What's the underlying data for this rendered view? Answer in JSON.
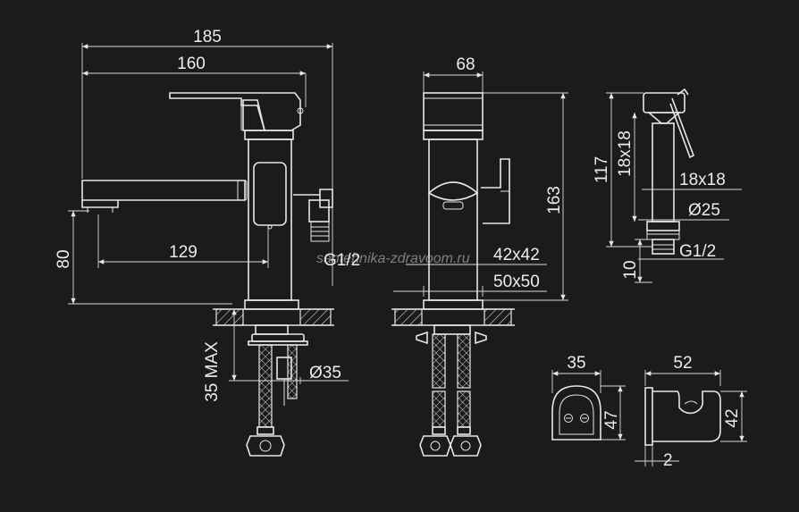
{
  "dimensions": {
    "total_width": "185",
    "spout_reach": "160",
    "spout_height": "80",
    "spout_to_hole": "129",
    "max_countertop": "35 MAX",
    "hole_diameter": "Ø35",
    "body_depth": "68",
    "total_height": "163",
    "body_section": "42x42",
    "base_section": "50x50",
    "thread_main": "G1/2",
    "shower_height": "117",
    "shower_section_a": "18x18",
    "shower_section_b": "18x18",
    "shower_diameter": "Ø25",
    "shower_thread": "G1/2",
    "shower_thread_len": "10",
    "holder_a_width": "35",
    "holder_a_height": "47",
    "holder_b_width": "52",
    "holder_b_height": "42",
    "holder_b_thickness": "2"
  },
  "watermark": "santehnika-zdravoom.ru",
  "colors": {
    "background": "#1c1b1b",
    "line": "#e6e6e6"
  }
}
